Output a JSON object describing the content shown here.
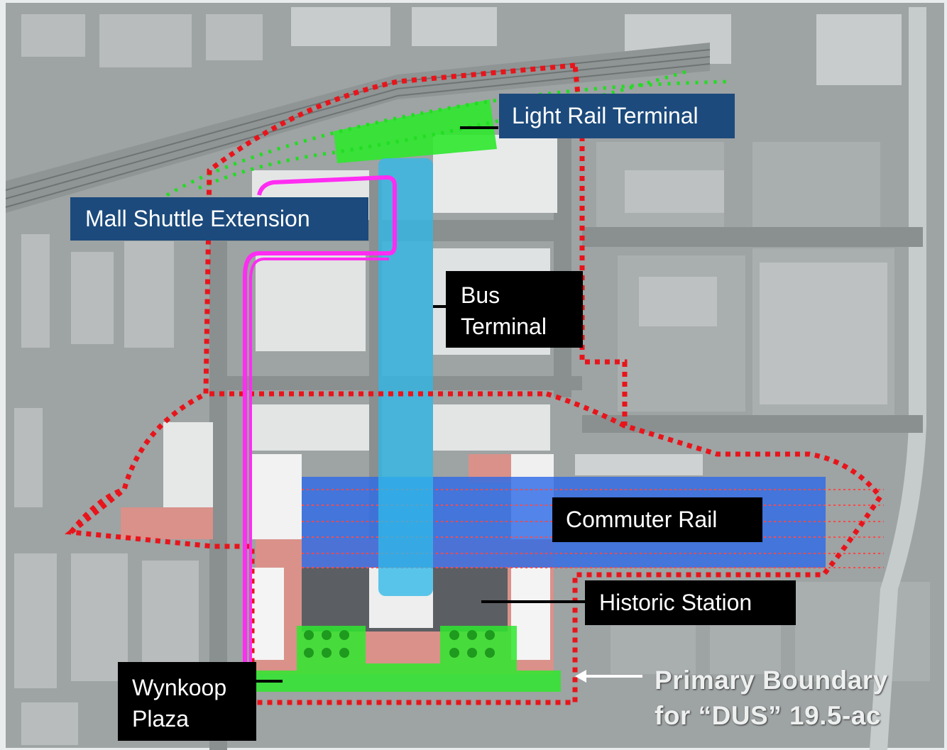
{
  "map": {
    "labels": {
      "light_rail_terminal": "Light Rail Terminal",
      "mall_shuttle_extension": "Mall Shuttle Extension",
      "bus_terminal_line1": "Bus",
      "bus_terminal_line2": "Terminal",
      "commuter_rail": "Commuter Rail",
      "historic_station": "Historic Station",
      "wynkoop_plaza_line1": "Wynkoop",
      "wynkoop_plaza_line2": "Plaza"
    },
    "boundary_note": {
      "line1": "Primary Boundary",
      "line2": "for “DUS” 19.5-ac"
    },
    "colors": {
      "boundary": "#e8141b",
      "light_rail_zone": "#2ee82e",
      "light_rail_dots": "#22dd22",
      "bus_terminal_zone": "#2fb8e8",
      "commuter_rail_zone": "#2e6be6",
      "shuttle_route": "#ff2cf2",
      "plaza_zone": "#2ee82e",
      "label_blue": "#1c4a7c",
      "label_black": "#000000"
    }
  }
}
